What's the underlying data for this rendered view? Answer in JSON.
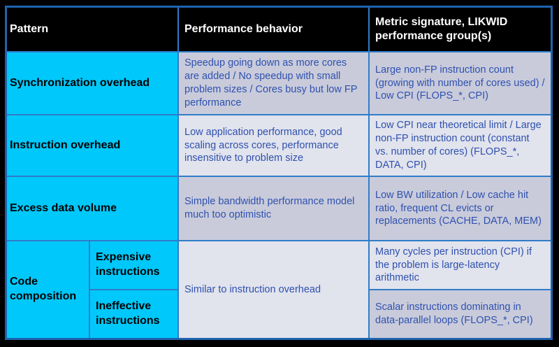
{
  "colors": {
    "page_background": "#000000",
    "header_background": "#000000",
    "header_text": "#FFFFFF",
    "pattern_cell_background": "#00C8FA",
    "pattern_cell_text": "#000000",
    "row_shade_dark": "#C9CBDB",
    "row_shade_light": "#E1E3ED",
    "body_text": "#2F51AE",
    "grid_line": "#2F7CC8",
    "outer_border": "#1E63AE"
  },
  "table": {
    "columns": [
      "Pattern",
      "Performance behavior",
      "Metric signature, LIKWID performance group(s)"
    ],
    "rows": [
      {
        "pattern": "Synchronization overhead",
        "behavior": "Speedup going down as more cores are added / No speedup with small problem sizes / Cores busy but low FP performance",
        "metric": "Large non-FP instruction count (growing with number of cores used) / Low CPI (FLOPS_*, CPI)"
      },
      {
        "pattern": "Instruction overhead",
        "behavior": "Low application performance, good scaling across cores, performance insensitive to problem size",
        "metric": "Low CPI near theoretical limit / Large non-FP instruction count (constant vs. number of cores) (FLOPS_*, DATA, CPI)"
      },
      {
        "pattern": "Excess data volume",
        "behavior": "Simple bandwidth performance model much too optimistic",
        "metric": "Low BW utilization / Low cache hit ratio, frequent CL evicts or replacements (CACHE, DATA, MEM)"
      }
    ],
    "code_composition": {
      "pattern": "Code composition",
      "behavior": "Similar to instruction overhead",
      "sub_rows": [
        {
          "pattern": "Expensive instructions",
          "metric": "Many cycles per instruction (CPI) if the problem is large-latency arithmetic"
        },
        {
          "pattern": "Ineffective instructions",
          "metric": "Scalar instructions dominating in data-parallel loops (FLOPS_*, CPI)"
        }
      ]
    }
  }
}
